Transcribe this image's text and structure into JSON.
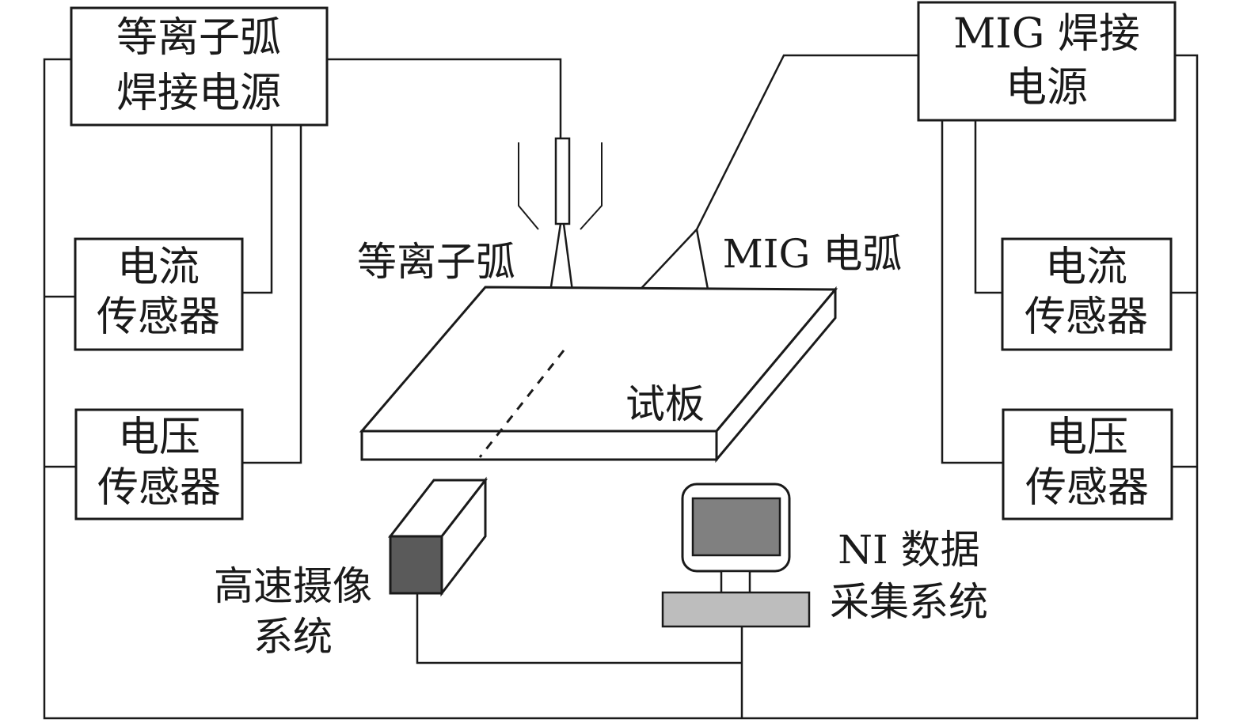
{
  "boxes": {
    "plasma_power": [
      "等离子弧",
      "焊接电源"
    ],
    "mig_power": [
      "MIG 焊接",
      "电源"
    ],
    "left_current_sensor": [
      "电流",
      "传感器"
    ],
    "left_voltage_sensor": [
      "电压",
      "传感器"
    ],
    "right_current_sensor": [
      "电流",
      "传感器"
    ],
    "right_voltage_sensor": [
      "电压",
      "传感器"
    ]
  },
  "labels": {
    "plasma_arc": "等离子弧",
    "mig_arc": "MIG 电弧",
    "test_plate": "试板",
    "camera": [
      "高速摄像",
      "系统"
    ],
    "ni_daq": [
      "NI 数据",
      "采集系统"
    ]
  },
  "colors": {
    "line": "#1a1a1a",
    "camera_face": "#5a5a5a",
    "screen": "#808080",
    "keyboard": "#bdbdbd"
  }
}
